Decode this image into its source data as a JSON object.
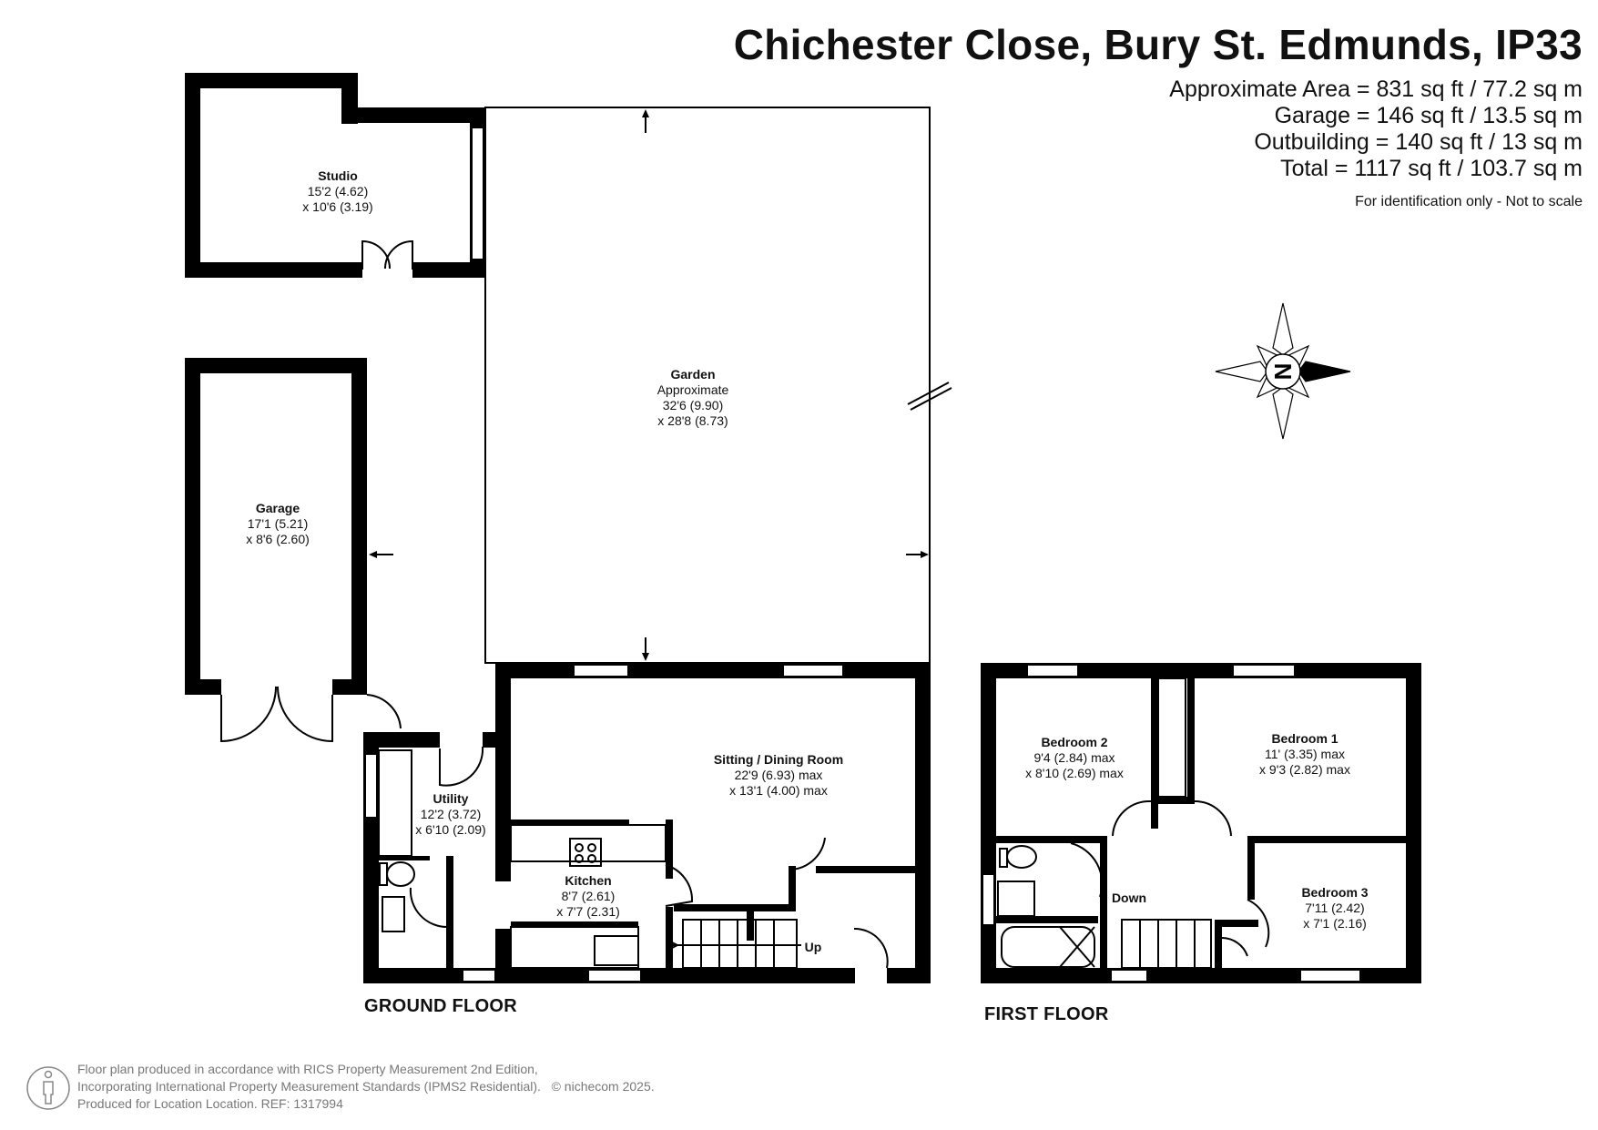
{
  "header": {
    "title": "Chichester Close, Bury St. Edmunds, IP33",
    "areas": [
      "Approximate Area = 831 sq ft / 77.2 sq m",
      "Garage = 146 sq ft / 13.5 sq m",
      "Outbuilding = 140 sq ft / 13 sq m",
      "Total = 1117 sq ft / 103.7 sq m"
    ],
    "note": "For identification only - Not to scale"
  },
  "rooms": {
    "studio": {
      "name": "Studio",
      "dims": [
        "15'2 (4.62)",
        "x 10'6 (3.19)"
      ]
    },
    "garden": {
      "name": "Garden",
      "dims": [
        "Approximate",
        "32'6 (9.90)",
        "x 28'8 (8.73)"
      ]
    },
    "garage": {
      "name": "Garage",
      "dims": [
        "17'1 (5.21)",
        "x 8'6 (2.60)"
      ]
    },
    "utility": {
      "name": "Utility",
      "dims": [
        "12'2 (3.72)",
        "x 6'10 (2.09)"
      ]
    },
    "sitting": {
      "name": "Sitting / Dining Room",
      "dims": [
        "22'9 (6.93) max",
        "x 13'1 (4.00) max"
      ]
    },
    "kitchen": {
      "name": "Kitchen",
      "dims": [
        "8'7 (2.61)",
        "x 7'7 (2.31)"
      ]
    },
    "bedroom1": {
      "name": "Bedroom 1",
      "dims": [
        "11' (3.35) max",
        "x 9'3 (2.82) max"
      ]
    },
    "bedroom2": {
      "name": "Bedroom 2",
      "dims": [
        "9'4 (2.84) max",
        "x 8'10 (2.69) max"
      ]
    },
    "bedroom3": {
      "name": "Bedroom 3",
      "dims": [
        "7'11 (2.42)",
        "x 7'1 (2.16)"
      ]
    }
  },
  "stairs": {
    "up": "Up",
    "down": "Down"
  },
  "floors": {
    "ground": "GROUND FLOOR",
    "first": "FIRST FLOOR"
  },
  "compass": {
    "letter": "N"
  },
  "footer": {
    "lines": [
      "Floor plan produced in accordance with RICS Property Measurement 2nd Edition,",
      "Incorporating International Property Measurement Standards (IPMS2 Residential).",
      "Produced for Location Location.   REF:  1317994"
    ],
    "copyright": "© nichecom 2025."
  },
  "colors": {
    "wall": "#000000",
    "ink": "#111111",
    "footer": "#777777"
  }
}
